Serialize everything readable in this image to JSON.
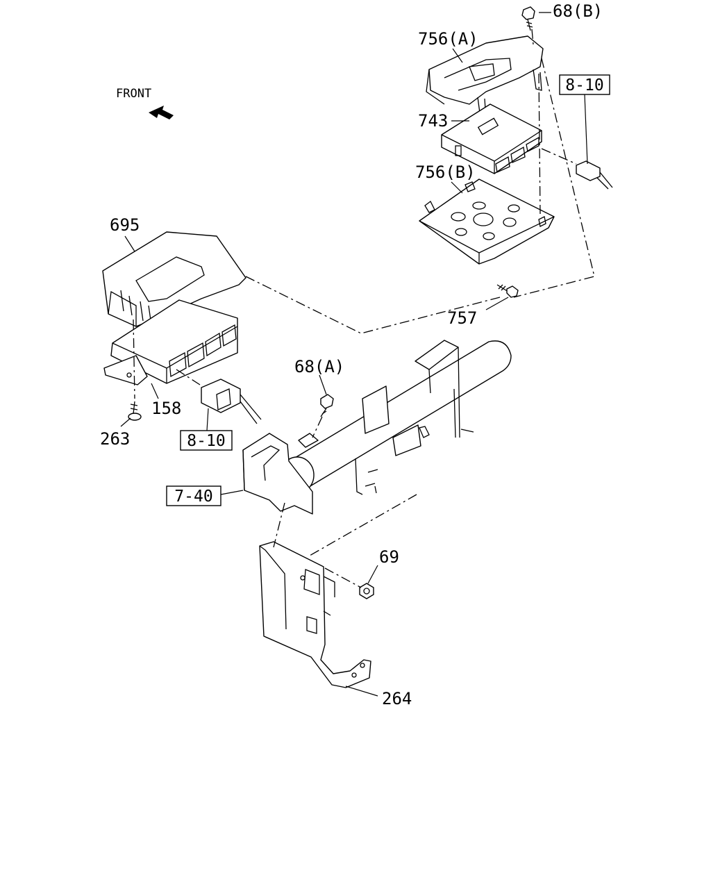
{
  "front_label": "FRONT",
  "callouts": {
    "c68b": "68(B)",
    "c756a": "756(A)",
    "c743": "743",
    "c756b": "756(B)",
    "c695": "695",
    "c757": "757",
    "c68a": "68(A)",
    "c158": "158",
    "c263": "263",
    "c69": "69",
    "c264": "264"
  },
  "reference_boxes": {
    "ref_top_right": "8-10",
    "ref_left": "8-10",
    "ref_bracket": "7-40"
  },
  "colors": {
    "line": "#000000",
    "background": "#ffffff"
  }
}
